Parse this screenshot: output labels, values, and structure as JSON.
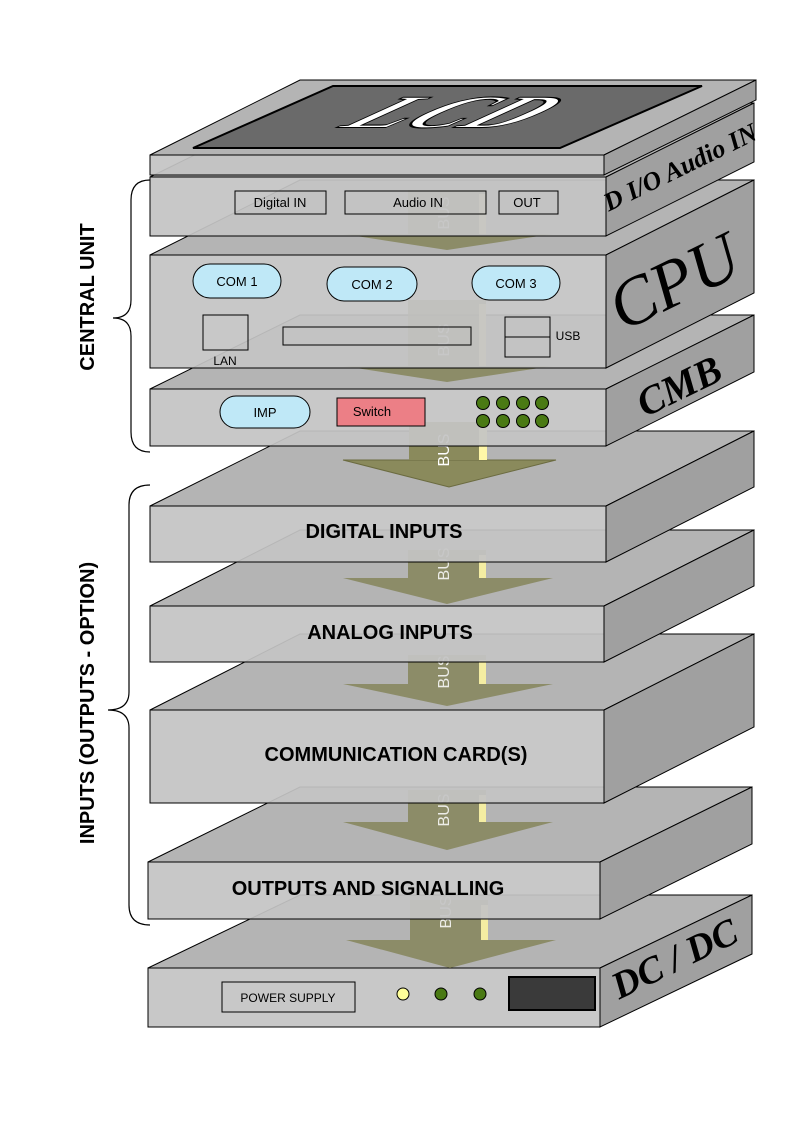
{
  "layers": {
    "lcd": {
      "logo": "LCD"
    },
    "dio": {
      "side_label": "D I/O Audio IN",
      "digital_in": "Digital IN",
      "audio_in": "Audio IN",
      "out": "OUT"
    },
    "cpu": {
      "side_label": "CPU",
      "com1": "COM 1",
      "com2": "COM 2",
      "com3": "COM 3",
      "lan": "LAN",
      "usb": "USB"
    },
    "cmb": {
      "side_label": "CMB",
      "imp": "IMP",
      "switch": "Switch"
    },
    "digital_inputs": {
      "label": "DIGITAL INPUTS"
    },
    "analog_inputs": {
      "label": "ANALOG INPUTS"
    },
    "communication": {
      "label": "COMMUNICATION CARD(S)"
    },
    "outputs": {
      "label": "OUTPUTS AND SIGNALLING"
    },
    "dcdc": {
      "side_label": "DC / DC",
      "power_supply": "POWER SUPPLY"
    }
  },
  "bus_label": "BUS",
  "groups": {
    "central_unit": "CENTRAL UNIT",
    "inputs": "INPUTS (OUTPUTS - OPTION)"
  },
  "colors": {
    "pill": "#bfe8f7",
    "switch": "#ec7f86",
    "led_green": "#4a7a14",
    "led_yellow": "#ffff99",
    "display": "#3a3a3a",
    "bus_arrow": "#808052"
  }
}
